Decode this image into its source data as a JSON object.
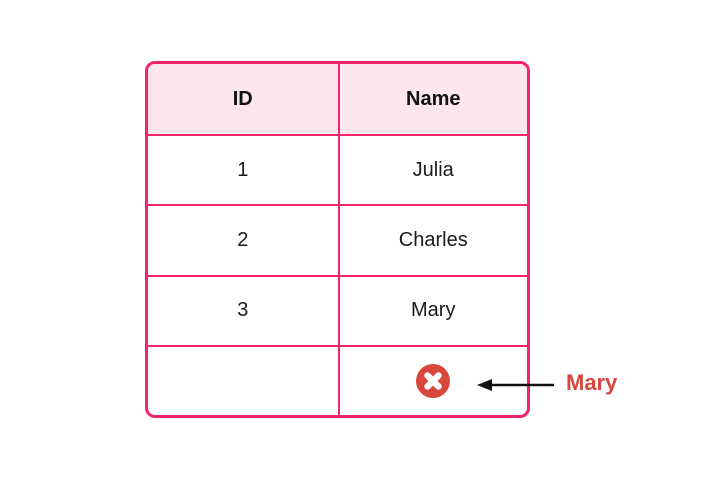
{
  "diagram": {
    "table": {
      "headers": [
        "ID",
        "Name"
      ],
      "rows": [
        {
          "id": "1",
          "name": "Julia"
        },
        {
          "id": "2",
          "name": "Charles"
        },
        {
          "id": "3",
          "name": "Mary"
        },
        {
          "id": "",
          "name": ""
        }
      ]
    },
    "annotation": {
      "label": "Mary",
      "icon": "error-cross-icon",
      "arrow_direction": "left"
    },
    "colors": {
      "table_border": "#F3246B",
      "header_background": "#FDE6EF",
      "error_red": "#D9463C",
      "label_red": "#D9463C",
      "arrow_black": "#111111",
      "text_black": "#1a1a1a",
      "page_background": "#FFFFFF"
    }
  }
}
